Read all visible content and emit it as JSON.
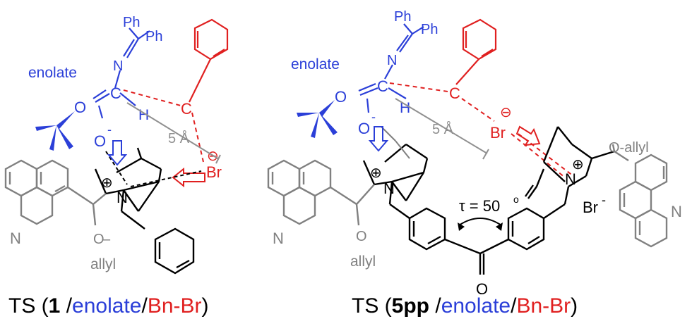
{
  "colors": {
    "enolate": "#2b3fd8",
    "benzyl_bromide": "#e02020",
    "catalyst": "#000000",
    "quinoline": "#808080",
    "distance": "#909090"
  },
  "left": {
    "ph1": "Ph",
    "ph2": "Ph",
    "imine_n": "N",
    "enolate_label": "enolate",
    "enolate_o": "O",
    "carbanion_c": "C",
    "h_atom": "H",
    "oxide_o": "O",
    "o_charge": "-",
    "benzylic_c": "C",
    "distance": "5 Å",
    "bromide": "Br",
    "br_charge": "⊖",
    "ammonium_n": "N",
    "n_charge": "⊕",
    "quinoline_n": "N",
    "o_allyl_o": "O",
    "o_allyl_dash": "–",
    "allyl": "allyl"
  },
  "right": {
    "ph1": "Ph",
    "ph2": "Ph",
    "imine_n": "N",
    "enolate_label": "enolate",
    "enolate_o": "O",
    "carbanion_c": "C",
    "h_atom": "H",
    "oxide_o": "O",
    "o_charge": "-",
    "benzylic_c": "C",
    "distance": "5 Å",
    "bromide": "Br",
    "br_charge": "⊖",
    "ammonium_n1": "N",
    "n1_charge": "⊕",
    "ammonium_n2": "N",
    "n2_charge": "⊕",
    "counter_br": "Br",
    "counter_charge": "-",
    "quinoline_n1": "N",
    "quinoline_n2": "N",
    "o_allyl_top": "O-allyl",
    "o_allyl_o": "O",
    "allyl": "allyl",
    "tau": "τ = 50",
    "tau_deg": "o",
    "ketone_o": "O"
  },
  "captions": {
    "left": {
      "prefix": "TS (",
      "bold": "1",
      "sep1": " /",
      "enolate": "enolate",
      "sep2": "/",
      "bnbr": "Bn-Br",
      "suffix": ")"
    },
    "right": {
      "prefix": "TS (",
      "bold": "5pp",
      "sep1": " /",
      "enolate": "enolate",
      "sep2": "/",
      "bnbr": "Bn-Br",
      "suffix": ")"
    }
  }
}
